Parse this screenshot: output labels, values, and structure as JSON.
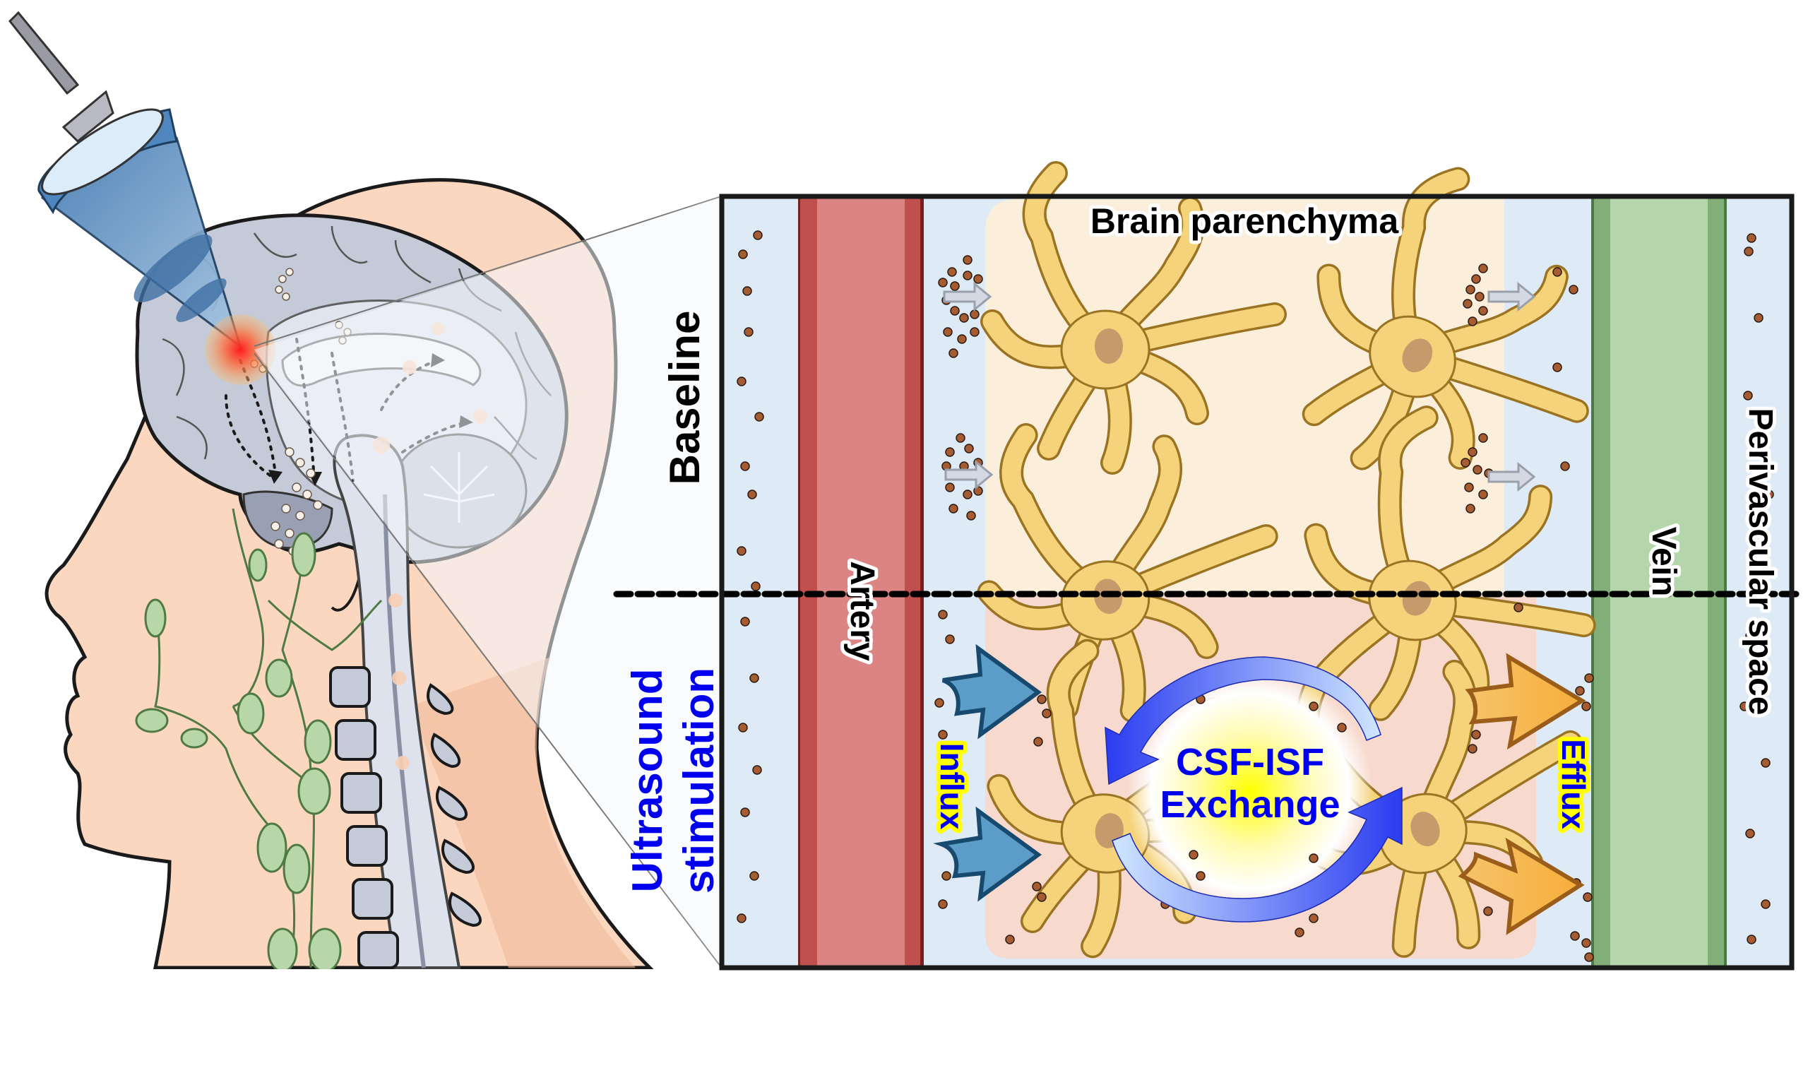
{
  "figure": {
    "title_labels": {
      "brain_parenchyma": "Brain parenchyma",
      "baseline": "Baseline",
      "ultrasound_stimulation_line1": "Ultrasound",
      "ultrasound_stimulation_line2": "stimulation",
      "artery": "Artery",
      "vein": "Vein",
      "perivascular_space": "Perivascular space",
      "influx": "Influx",
      "efflux": "Efflux",
      "exchange_line1": "CSF-ISF",
      "exchange_line2": "Exchange"
    },
    "colors": {
      "perivascular": "#deebf7",
      "artery_wall": "#c0504d",
      "artery_lumen": "#dc8484",
      "artery_edge": "#7a1f1f",
      "vein_wall": "#82ae78",
      "vein_lumen": "#b5d6ab",
      "vein_edge": "#4a7a44",
      "parenchyma_baseline": "#fbeedb",
      "parenchyma_stimulated": "#f7d9cd",
      "astrocyte_fill": "#f5d37a",
      "astrocyte_stroke": "#9a7323",
      "nucleus": "#c69a6a",
      "solute": "#a65c32",
      "influx_arrow": "#5b9cc9",
      "influx_arrow_edge": "#184a70",
      "efflux_arrow": "#f8b84a",
      "efflux_arrow_edge": "#9a5e1a",
      "exchange_arrow": "#2a3cf0",
      "exchange_text": "#0000ee",
      "stimulation_text": "#0000ee",
      "label_text": "#000000",
      "ultrasound_focus": "#ff2a2a",
      "transducer": "#4f86bd",
      "brain": "#c5cad8",
      "skin": "#fbd7c0",
      "lymph": "#b7d7a8"
    }
  }
}
